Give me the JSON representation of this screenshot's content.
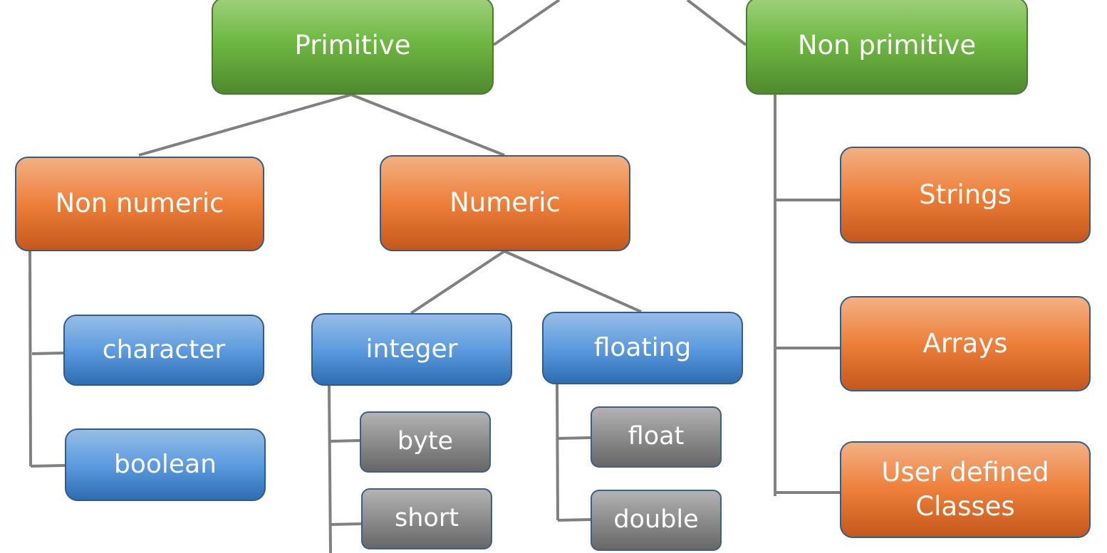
{
  "nodes": {
    "primitive": "Primitive",
    "non_primitive": "Non primitive",
    "non_numeric": "Non numeric",
    "numeric": "Numeric",
    "character": "character",
    "boolean": "boolean",
    "integer": "integer",
    "floating": "floating",
    "byte": "byte",
    "short": "short",
    "float": "float",
    "double": "double",
    "strings": "Strings",
    "arrays": "Arrays",
    "user_defined_classes": "User defined Classes"
  },
  "colors": {
    "primitive_level": "#6fb843",
    "category_level": "#ee7f3a",
    "subtype_level": "#5d9be0",
    "leaf_level": "#8c8c8c",
    "connector": "#808080"
  }
}
